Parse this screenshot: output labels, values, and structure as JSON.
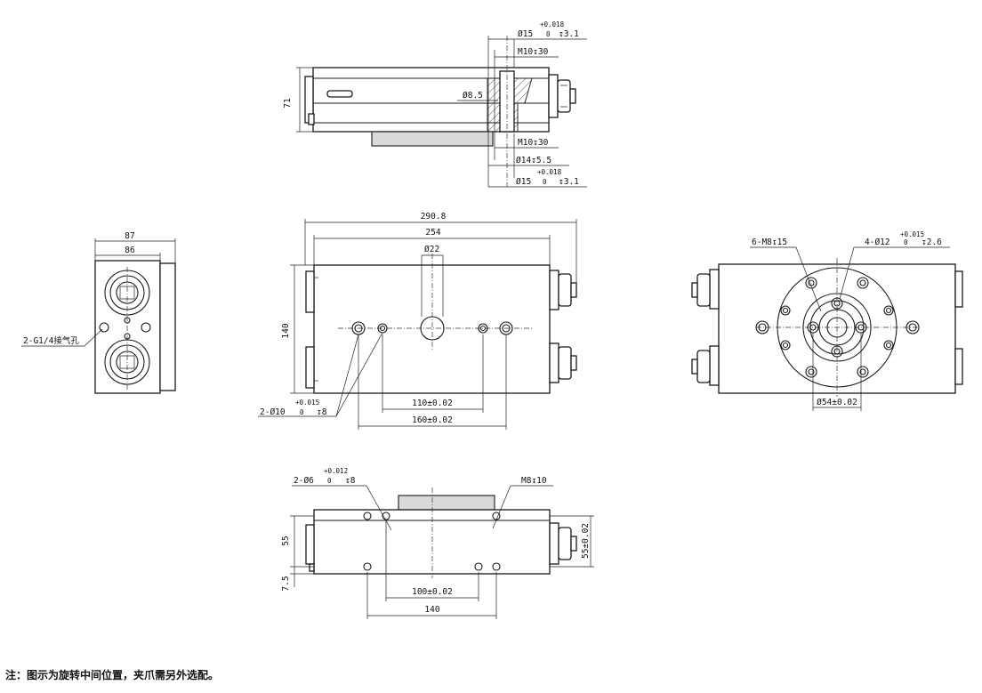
{
  "top_view": {
    "height_71": "71",
    "bore_upper": "Ø15",
    "tol_upper": "+0.018",
    "tol_upper_zero": "0",
    "depth_upper": "↧3.1",
    "thread_upper": "M10↧30",
    "bore_85": "Ø8.5",
    "thread_lower": "M10↧30",
    "bore_14": "Ø14↧5.5",
    "tol_lower": "+0.018",
    "bore_lower": "Ø15",
    "tol_lower_zero": "0",
    "depth_lower": "↧3.1"
  },
  "side_view": {
    "width_87": "87",
    "width_86": "86",
    "port_label": "2-G1/4接气孔"
  },
  "front_view": {
    "len_2908": "290.8",
    "len_254": "254",
    "bore_22": "Ø22",
    "height_140": "140",
    "tol_015": "+0.015",
    "pin_label": "2-Ø10",
    "pin_zero": "0",
    "pin_depth": "↧8",
    "dim_110": "110±0.02",
    "dim_160": "160±0.02"
  },
  "end_view": {
    "thread_label": "6-M8↧15",
    "tol_015": "+0.015",
    "pin_label": "4-Ø12",
    "pin_zero": "0",
    "pin_depth": "↧2.6",
    "dia_54": "Ø54±0.02"
  },
  "bottom_view": {
    "tol_012": "+0.012",
    "pin_label": "2-Ø6",
    "pin_zero": "0",
    "pin_depth": "↧8",
    "thread_label": "M8↧10",
    "h_55": "55",
    "h_75": "7.5",
    "h_55_tol": "55±0.02",
    "dim_100": "100±0.02",
    "dim_140": "140"
  },
  "footnote": "注：图示为旋转中间位置，夹爪需另外选配。"
}
